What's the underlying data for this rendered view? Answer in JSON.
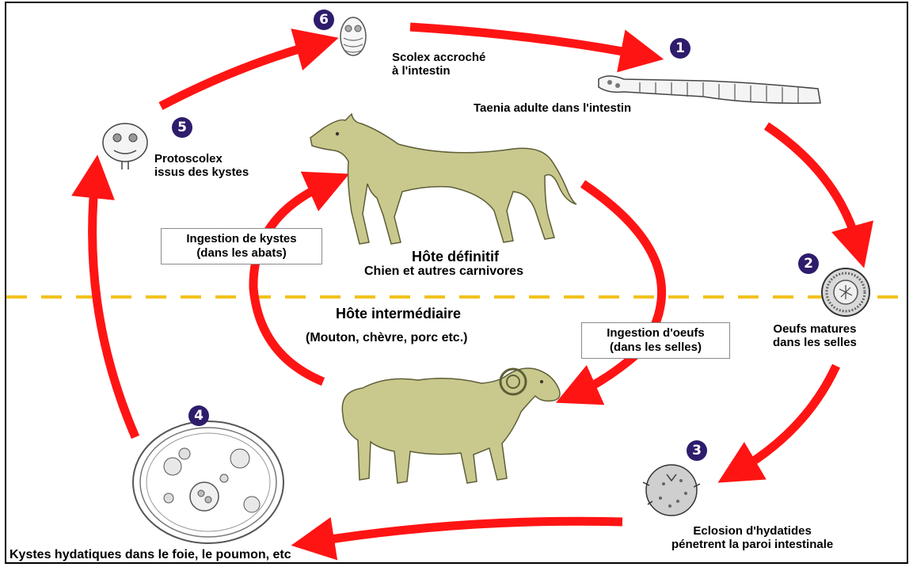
{
  "colors": {
    "arrow": "#ff1414",
    "animal": "#c9c98e",
    "animal_stroke": "#5e5e38",
    "badge": "#2e1c6c",
    "divider": "#f2c21e"
  },
  "labels": {
    "stage1": "Taenia adulte dans l'intestin",
    "stage2_line1": "Oeufs matures",
    "stage2_line2": "dans les selles",
    "stage3_line1": "Eclosion d'hydatides",
    "stage3_line2": "pénetrent la paroi intestinale",
    "stage4": "Kystes hydatiques dans le foie, le poumon, etc",
    "stage5_line1": "Protoscolex",
    "stage5_line2": "issus des kystes",
    "stage6_line1": "Scolex accroché",
    "stage6_line2": "à l'intestin",
    "definitive_host_title": "Hôte définitif",
    "definitive_host_examples": "Chien et autres carnivores",
    "intermediate_host_title": "Hôte intermédiaire",
    "intermediate_host_examples": "(Mouton, chèvre, porc etc.)"
  },
  "boxes": {
    "cyst_ingestion_line1": "Ingestion de kystes",
    "cyst_ingestion_line2": "(dans les abats)",
    "egg_ingestion_line1": "Ingestion d'oeufs",
    "egg_ingestion_line2": "(dans les selles)"
  },
  "badges": {
    "b1": "1",
    "b2": "2",
    "b3": "3",
    "b4": "4",
    "b5": "5",
    "b6": "6"
  },
  "icons": {
    "adult_worm": "tapeworm-icon",
    "egg": "egg-icon",
    "oncosphere": "oncosphere-icon",
    "cyst": "hydatid-cyst-icon",
    "protoscolex": "protoscolex-icon",
    "scolex": "scolex-icon",
    "dog": "dog-icon",
    "sheep": "sheep-icon"
  }
}
